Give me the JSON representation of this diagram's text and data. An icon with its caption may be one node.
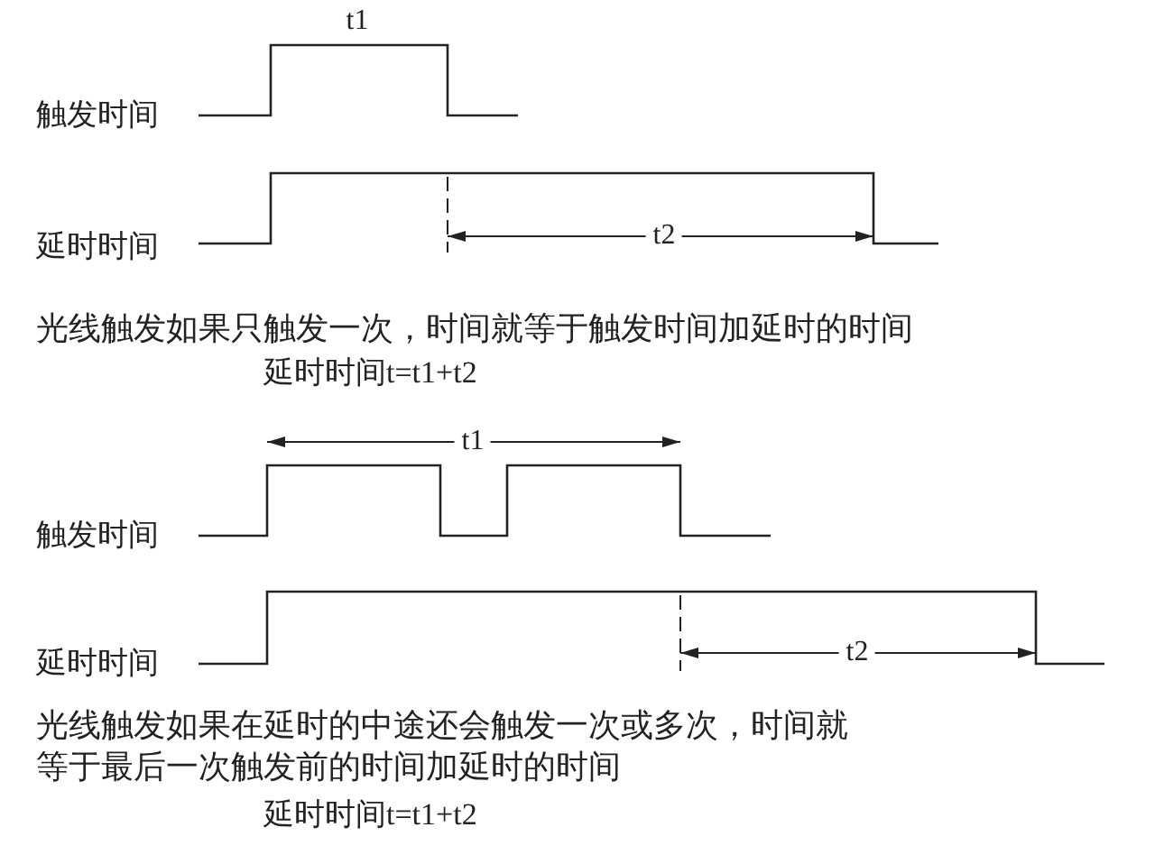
{
  "diagram": {
    "labels": [
      "t1",
      "触发时间",
      "延时时间",
      "t2",
      "光线触发如果只触发一次，时间就等于触发时间加延时的时间",
      "延时时间t=t1+t2",
      "t1",
      "触发时间",
      "延时时间",
      "t2",
      "光线触发如果在延时的中途还会触发一次或多次，时间就等于最后一次触发前的时间加延时的时间",
      "延时时间t=t1+t2"
    ]
  }
}
